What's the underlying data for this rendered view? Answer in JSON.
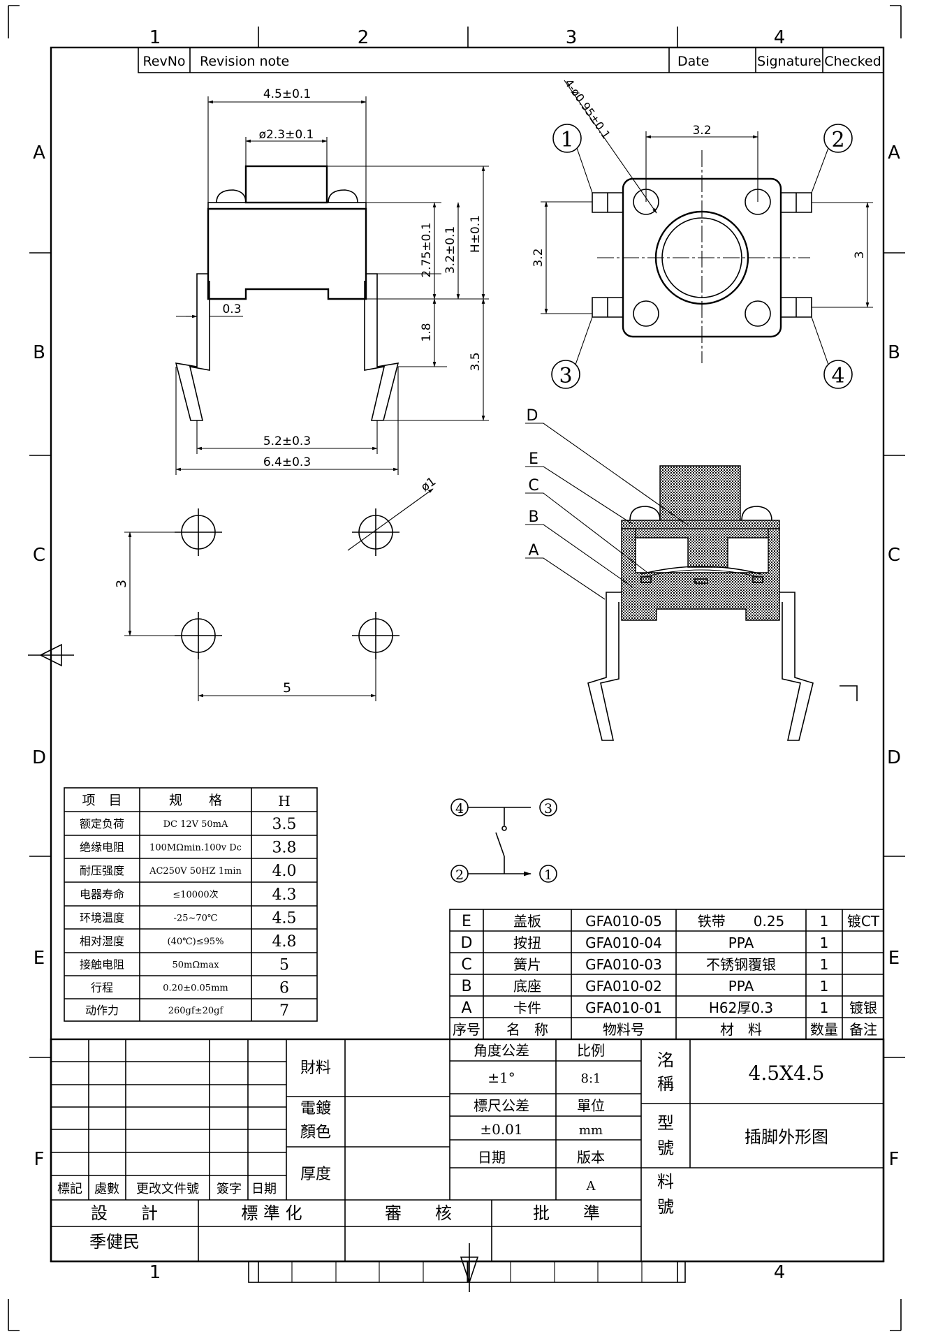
{
  "frame": {
    "col_labels": [
      "1",
      "2",
      "3",
      "4"
    ],
    "row_labels": [
      "A",
      "B",
      "C",
      "D",
      "E",
      "F"
    ],
    "bottom_col_labels": [
      "1",
      "4"
    ]
  },
  "revision_block": {
    "headers": [
      "RevNo",
      "Revision note",
      "Date",
      "Signature",
      "Checked"
    ]
  },
  "side_view": {
    "dims": [
      "4.5±0.1",
      "ø2.3±0.1",
      "2.75±0.1",
      "3.2±0.1",
      "H±0.1",
      "0.3",
      "1.8",
      "3.5",
      "5.2±0.3",
      "6.4±0.3"
    ]
  },
  "top_view": {
    "dims": [
      "4-ø0.95±0.1",
      "3.2",
      "3.2",
      "3"
    ],
    "pins": [
      "1",
      "2",
      "3",
      "4"
    ]
  },
  "pcb_layout": {
    "dims": [
      "ø1",
      "3",
      "5"
    ]
  },
  "section_view": {
    "part_letters": [
      "D",
      "E",
      "C",
      "B",
      "A"
    ]
  },
  "circuit": {
    "pins": [
      "4",
      "3",
      "2",
      "1"
    ]
  },
  "spec_table": {
    "headers": [
      "项　目",
      "规　　格",
      "H"
    ],
    "rows": [
      [
        "额定负荷",
        "DC 12V 50mA",
        "3.5"
      ],
      [
        "绝缘电阻",
        "100MΩmin.100v Dc",
        "3.8"
      ],
      [
        "耐压强度",
        "AC250V 50HZ 1min",
        "4.0"
      ],
      [
        "电器寿命",
        "≤10000次",
        "4.3"
      ],
      [
        "环境温度",
        "-25~70℃",
        "4.5"
      ],
      [
        "相对湿度",
        "(40℃)≤95%",
        "4.8"
      ],
      [
        "接触电阻",
        "50mΩmax",
        "5"
      ],
      [
        "行程",
        "0.20±0.05mm",
        "6"
      ],
      [
        "动作力",
        "260gf±20gf",
        "7"
      ]
    ]
  },
  "bom": {
    "rows": [
      [
        "E",
        "盖板",
        "GFA010-05",
        "铁带　　0.25",
        "1",
        "镀CT"
      ],
      [
        "D",
        "按扭",
        "GFA010-04",
        "PPA",
        "1",
        ""
      ],
      [
        "C",
        "簧片",
        "GFA010-03",
        "不锈钢覆银",
        "1",
        ""
      ],
      [
        "B",
        "底座",
        "GFA010-02",
        "PPA",
        "1",
        ""
      ],
      [
        "A",
        "卡件",
        "GFA010-01",
        "H62厚0.3",
        "1",
        "镀银"
      ]
    ],
    "headers": [
      "序号",
      "名　称",
      "物料号",
      "材　料",
      "数量",
      "备注"
    ]
  },
  "title_block": {
    "material_label": "財料",
    "plating_label_1": "電鍍",
    "plating_label_2": "顏色",
    "thickness_label": "厚度",
    "angle_tol_label": "角度公差",
    "angle_tol_value": "±1°",
    "scale_label": "比例",
    "scale_value": "8:1",
    "dim_tol_label": "標尺公差",
    "dim_tol_value": "±0.01",
    "unit_label": "單位",
    "unit_value": "mm",
    "date_label": "日期",
    "version_label": "版本",
    "version_value": "A",
    "name_label_1": "洺",
    "name_label_2": "稱",
    "name_value": "4.5X4.5",
    "model_label_1": "型",
    "model_label_2": "號",
    "model_value": "插脚外形图",
    "part_label_1": "料",
    "part_label_2": "號",
    "rev_cols": [
      "標記",
      "處數",
      "更改文件號",
      "簽字",
      "日期"
    ],
    "approvals": [
      "設　　計",
      "標 準 化",
      "審　　核",
      "批　　準"
    ],
    "designer": "季健民"
  }
}
